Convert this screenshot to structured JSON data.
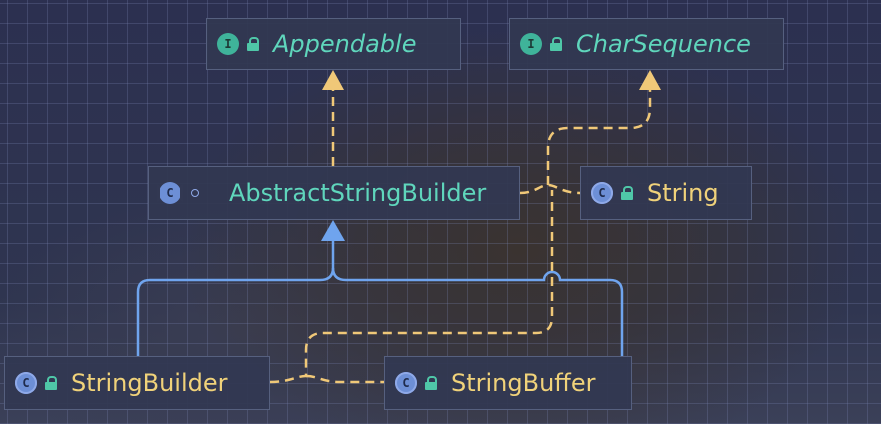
{
  "nodes": {
    "appendable": {
      "name": "Appendable",
      "kind": "interface"
    },
    "charsequence": {
      "name": "CharSequence",
      "kind": "interface"
    },
    "abstractstringbuilder": {
      "name": "AbstractStringBuilder",
      "kind": "abstract-class"
    },
    "string": {
      "name": "String",
      "kind": "class"
    },
    "stringbuilder": {
      "name": "StringBuilder",
      "kind": "class"
    },
    "stringbuffer": {
      "name": "StringBuffer",
      "kind": "class"
    }
  },
  "badges": {
    "interface": "I",
    "class": "C",
    "abstract": "C"
  },
  "edges": [
    {
      "from": "AbstractStringBuilder",
      "to": "Appendable",
      "type": "implements"
    },
    {
      "from": "AbstractStringBuilder",
      "to": "CharSequence",
      "type": "implements"
    },
    {
      "from": "String",
      "to": "CharSequence",
      "type": "implements"
    },
    {
      "from": "StringBuilder",
      "to": "AbstractStringBuilder",
      "type": "extends"
    },
    {
      "from": "StringBuffer",
      "to": "AbstractStringBuilder",
      "type": "extends"
    },
    {
      "from": "StringBuilder",
      "to": "CharSequence",
      "type": "implements"
    },
    {
      "from": "StringBuffer",
      "to": "CharSequence",
      "type": "implements"
    }
  ],
  "colors": {
    "implements": "#f0c878",
    "extends": "#6fa4ee",
    "interface_text": "#5fd6bc",
    "class_text": "#f0d27a"
  }
}
